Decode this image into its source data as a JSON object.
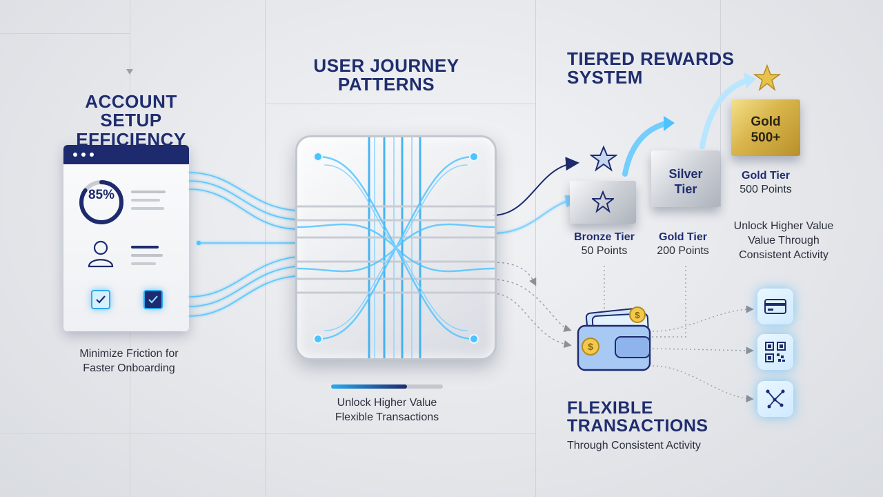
{
  "account": {
    "heading_line1": "ACCOUNT SETUP",
    "heading_line2": "EFFICIENCY",
    "progress_text": "85%",
    "progress_value": 0.85,
    "caption_line1": "Minimize Friction for",
    "caption_line2": "Faster Onboarding"
  },
  "journey": {
    "heading_line1": "USER JOURNEY",
    "heading_line2": "PATTERNS",
    "caption_line1": "Unlock Higher Value",
    "caption_line2": "Flexible Transactions",
    "slider_value": 0.68
  },
  "rewards": {
    "heading_line1": "TIERED REWARDS",
    "heading_line2": "SYSTEM",
    "block_silver_line1": "Silver",
    "block_silver_line2": "Tier",
    "block_gold_line1": "Gold",
    "block_gold_line2": "500+",
    "tiers": [
      {
        "name": "Bronze Tier",
        "points": "50 Points"
      },
      {
        "name": "Gold Tier",
        "points": "200 Points"
      },
      {
        "name": "Gold Tier",
        "points": "500 Points"
      }
    ],
    "caption_line1": "Unlock Higher Value",
    "caption_line2": "Value Through",
    "caption_line3": "Consistent Activity"
  },
  "transactions": {
    "heading_line1": "FLEXIBLE",
    "heading_line2": "TRANSACTIONS",
    "caption": "Through Consistent Activity",
    "icons": [
      "credit-card-icon",
      "qr-code-icon",
      "network-icon"
    ]
  },
  "colors": {
    "navy": "#1d2a6d",
    "accent_blue": "#2aa9f0",
    "glow_blue": "#4cc3ff",
    "gold": "#d8b44a",
    "silver": "#cdd1d7"
  }
}
